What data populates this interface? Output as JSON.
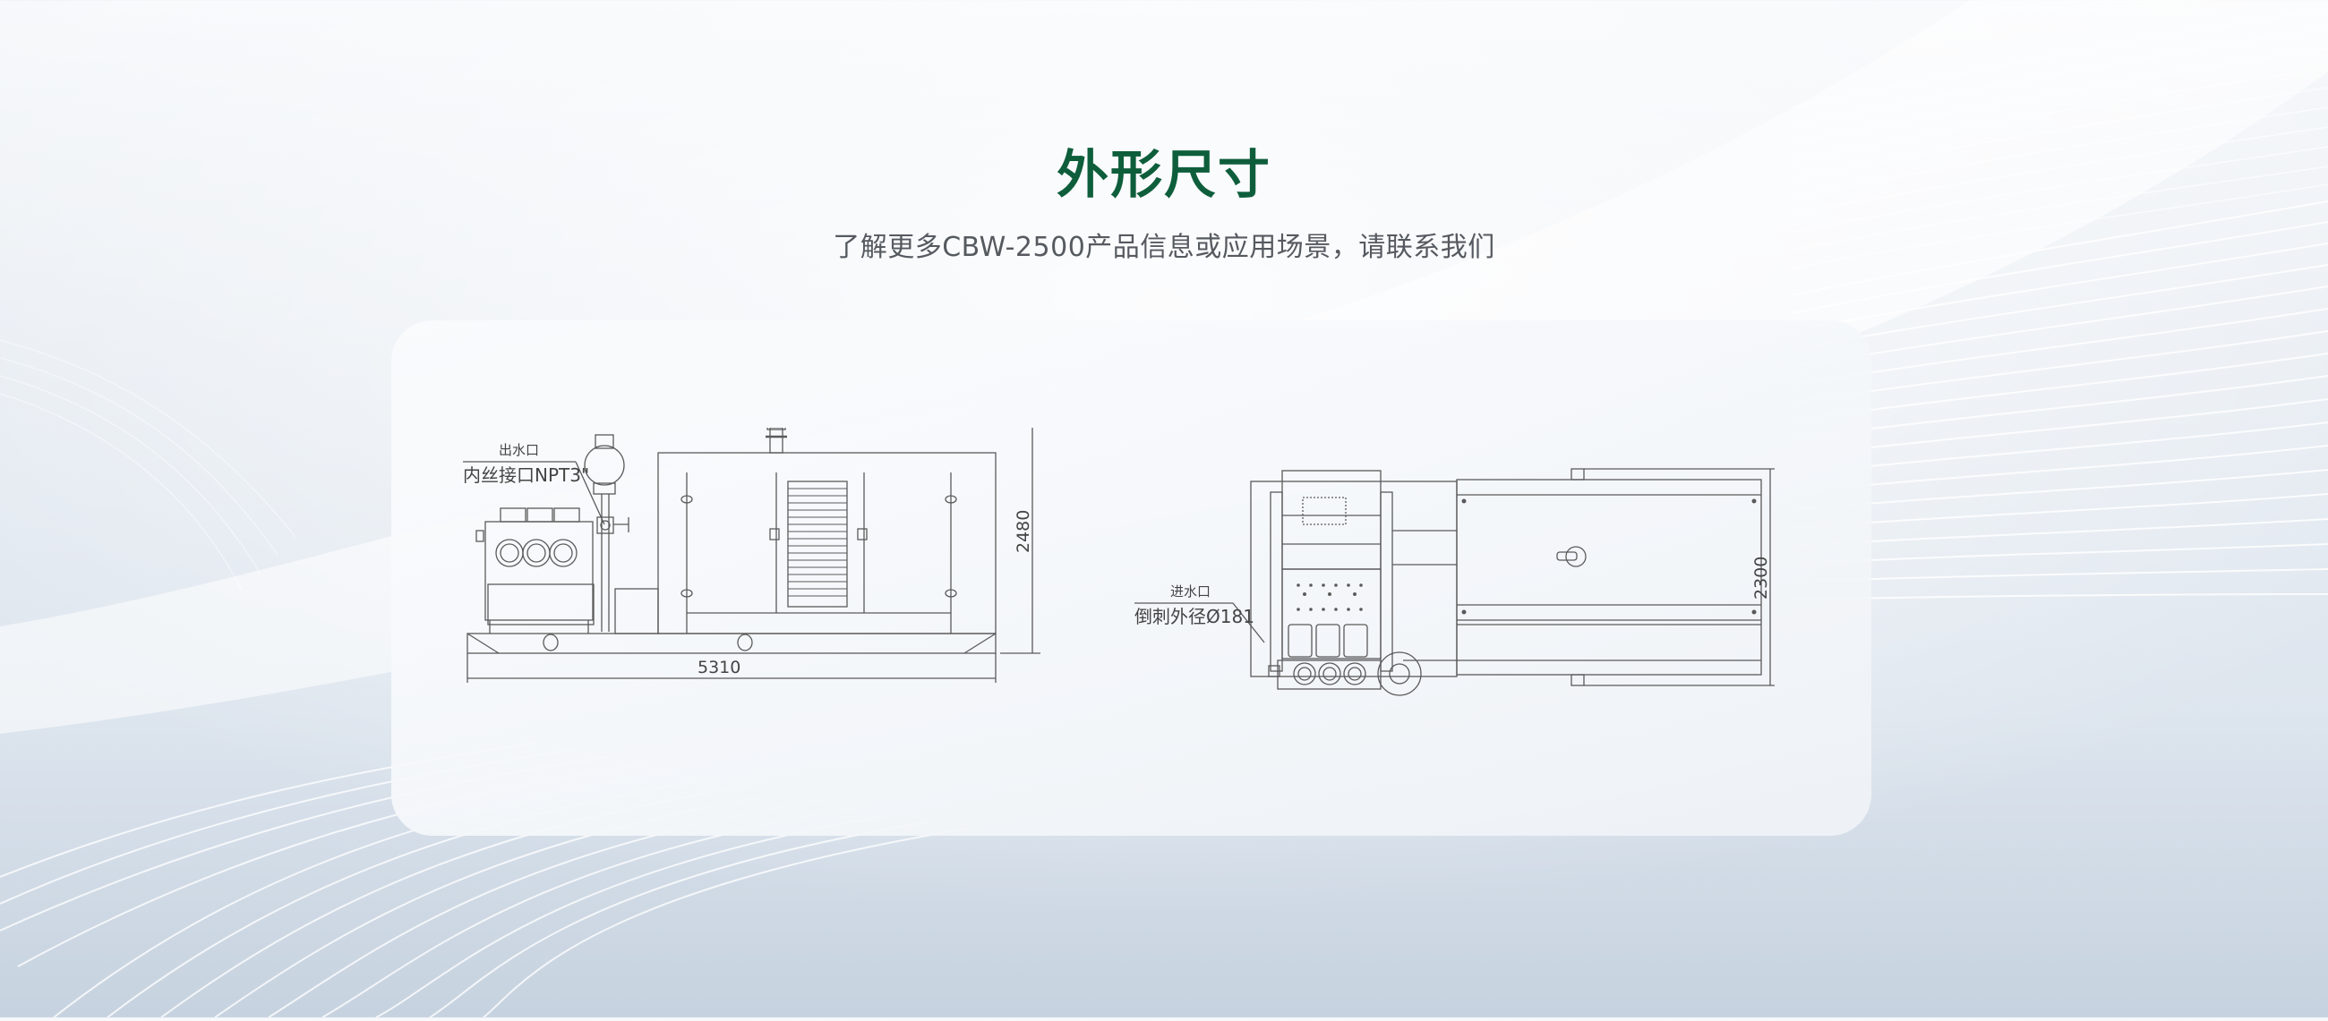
{
  "header": {
    "title": "外形尺寸",
    "title_color": "#0e5e3c",
    "subtitle": "了解更多CBW-2500产品信息或应用场景，请联系我们"
  },
  "card": {
    "side_view": {
      "label_outlet_top": "出水口",
      "label_outlet_bottom": "内丝接口NPT3\"",
      "dim_length": "5310",
      "dim_height": "2480"
    },
    "front_view": {
      "label_inlet_top": "进水口",
      "label_inlet_bottom": "倒刺外径Ø181",
      "dim_height": "2300"
    }
  },
  "colors": {
    "accent": "#0e5e3c",
    "subtitle": "#555a60",
    "card_bg": "#f5f7fa",
    "line": "#5a5a5a"
  }
}
